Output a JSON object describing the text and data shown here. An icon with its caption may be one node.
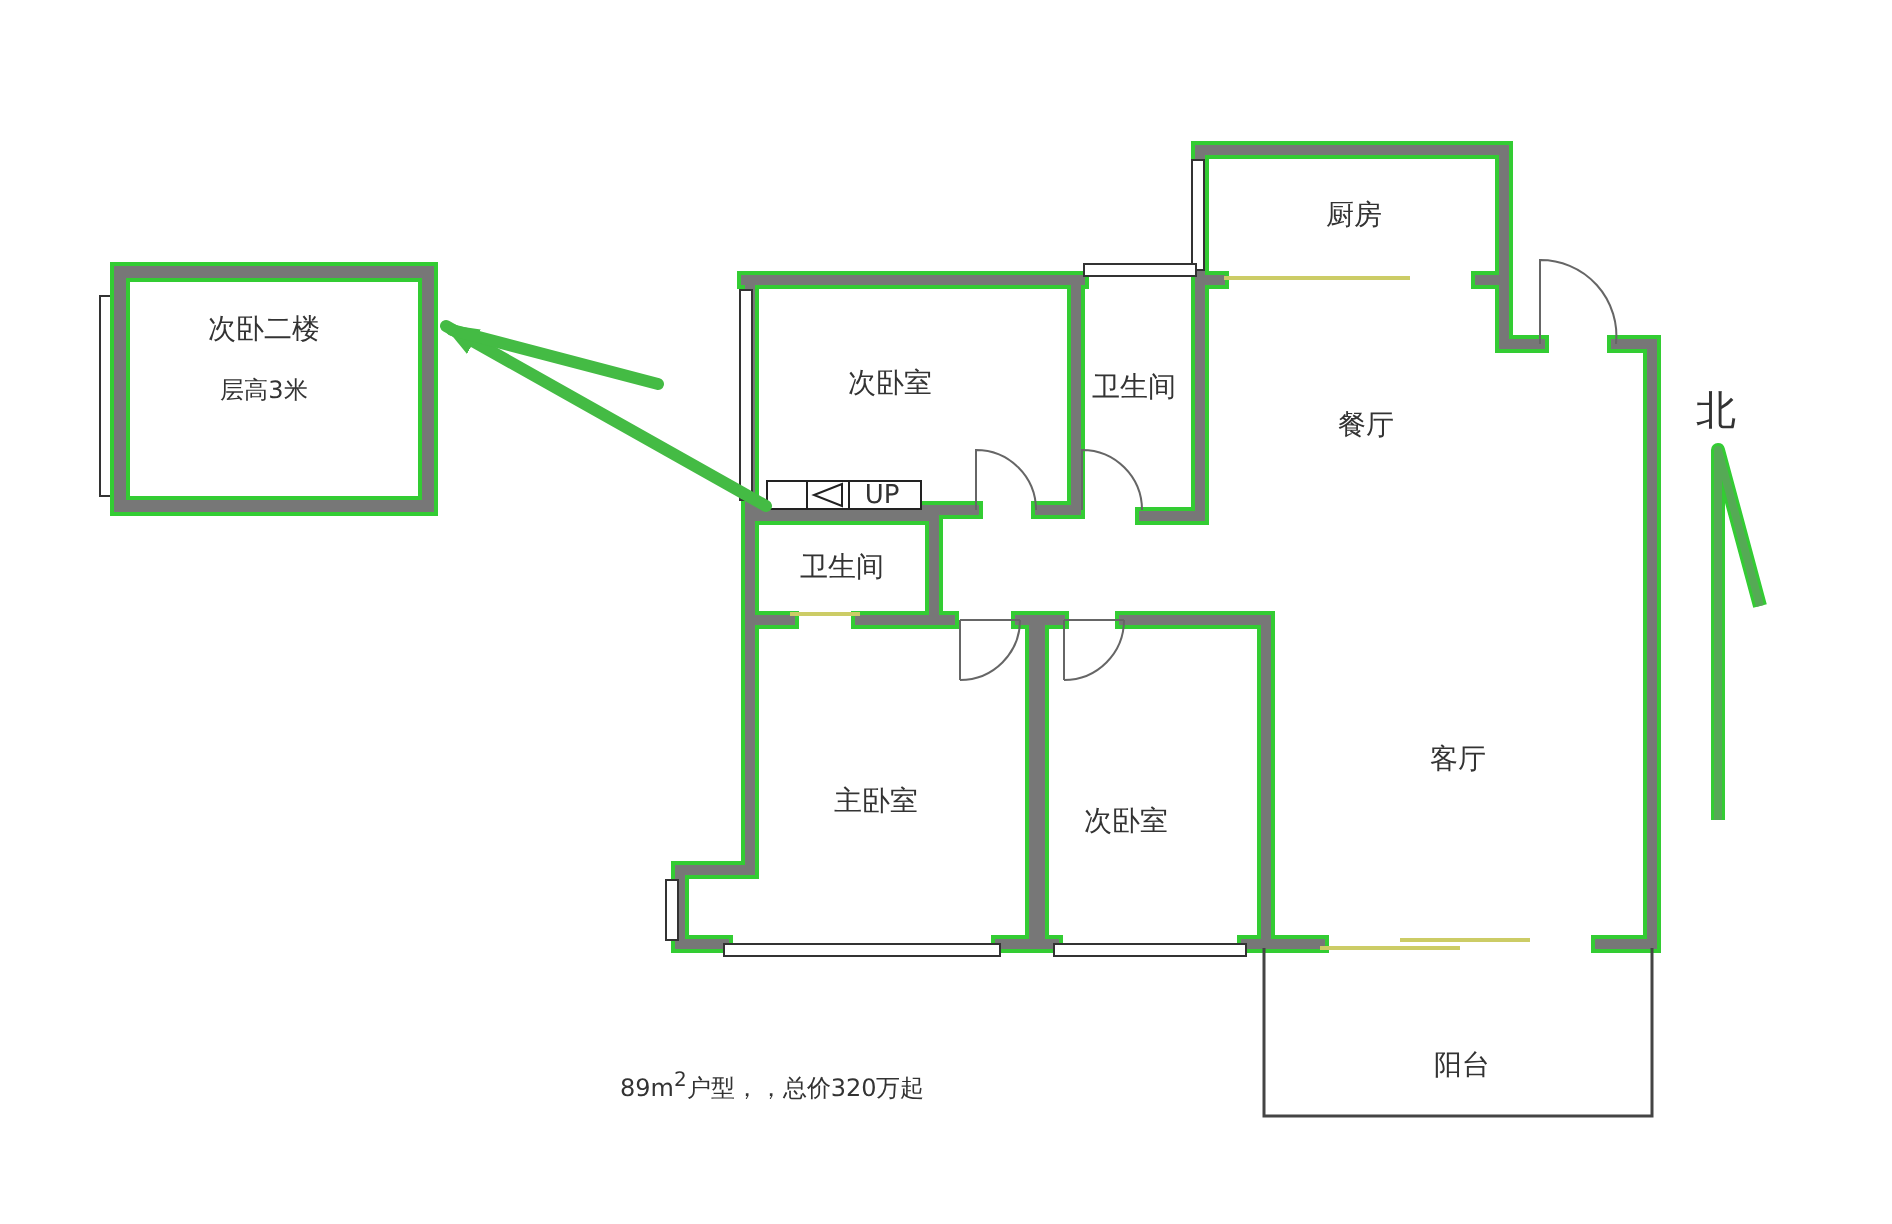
{
  "diagram": {
    "caption": "89m$^{2}$户型，，总价320万起",
    "nodes": [
      {
        "text": [
          "次卧二楼",
          "层高3米"
        ]
      },
      {
        "text": [
          "厨房"
        ]
      },
      {
        "text": [
          "次卧室"
        ]
      },
      {
        "text": [
          "卫生间"
        ]
      },
      {
        "text": [
          "餐厅"
        ]
      },
      {
        "text": [
          "UP"
        ],
        "in": 2
      },
      {
        "text": [
          "卫生间"
        ]
      },
      {
        "text": [
          "主卧室"
        ]
      },
      {
        "text": [
          "次卧室"
        ]
      },
      {
        "text": [
          "客厅"
        ]
      },
      {
        "text": [
          "阳台"
        ]
      }
    ],
    "edges": [
      {
        "from": 5,
        "to": 0,
        "arrow": "to"
      }
    ],
    "labels": [
      "北"
    ]
  }
}
